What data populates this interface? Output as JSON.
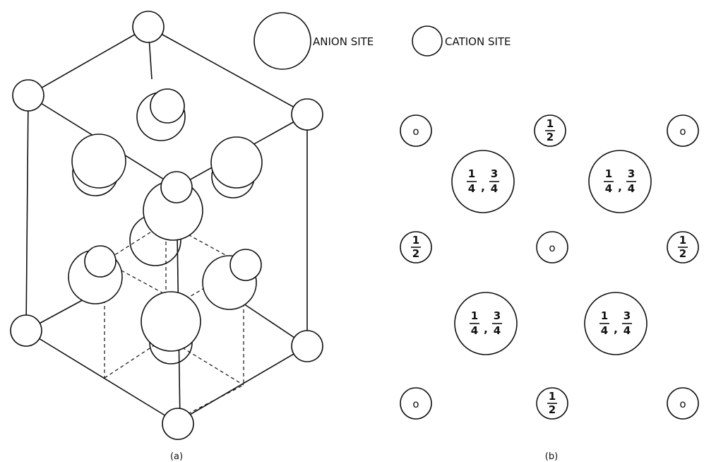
{
  "legend": {
    "anion_label": "ANION SITE",
    "cation_label": "CATION SITE"
  },
  "captions": {
    "a": "(a)",
    "b": "(b)"
  },
  "plan": {
    "zero_mark": "o",
    "half_num": "1",
    "half_den": "2",
    "quarter_num": "1",
    "quarter_den": "4",
    "threequarter_num": "3",
    "threequarter_den": "4",
    "separator": ","
  }
}
